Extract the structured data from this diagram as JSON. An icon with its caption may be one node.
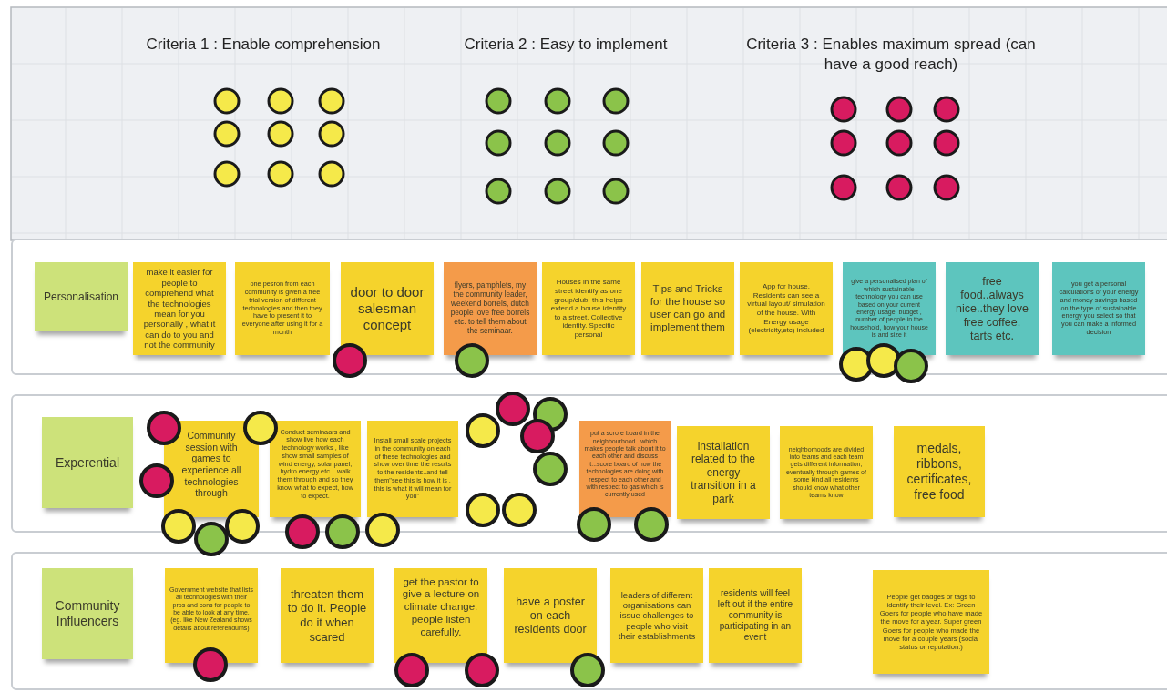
{
  "diagram": {
    "nodes": [
      {
        "text": [],
        "shape": "box"
      },
      {
        "text": [
          "Personalisation"
        ],
        "in": 0
      },
      {
        "text": [
          "make it easier for people to comprehend what the technologies mean for you personally , what it can do to you and not the community"
        ],
        "in": 0
      },
      {
        "text": [
          "one pesron from each community is given a free trial version of different technologies and then they have to present it to everyone after using it for a month"
        ],
        "in": 0
      },
      {
        "text": [
          "door to door salesman concept"
        ],
        "in": 0
      },
      {
        "text": [
          "flyers, pamphlets, my the community leader, weekend borrels, dutch people love free borrels etc. to tell them about the seminaar."
        ],
        "in": 0
      },
      {
        "text": [
          "Houses in the same street identify as one group/club, this helps extend a house identity to a street. Collective identity. Specific personal"
        ],
        "in": 0
      },
      {
        "text": [
          "Tips and Tricks for the house so user can go and implement them"
        ],
        "in": 0
      },
      {
        "text": [
          "App for house. Residents can see a virtual layout/ simulation of the house. With Energy usage (electricity,etc) included"
        ],
        "in": 0
      },
      {
        "text": [
          "give a personalised plan of which sustainable technology you can use based on your current energy usage, budget , number of people in the household, how your house is and size it"
        ],
        "in": 0
      },
      {
        "text": [
          "free food..always nice..they love free coffee, tarts etc."
        ],
        "in": 0
      },
      {
        "text": [
          "you get a personal calculations of your energy and money savings based on the type of sustainable energy you select so that you can make a informed decision"
        ],
        "in": 0
      },
      {
        "text": [],
        "shape": "box"
      },
      {
        "text": [
          "Experential"
        ],
        "in": 12
      },
      {
        "text": [
          "Community session with games to experience all technologies through"
        ],
        "in": 12
      },
      {
        "text": [
          "Conduct seminaars and show live how each technology works , like show small samples of wind energy, solar panel, hydro energy etc... walk them through and so they know what to expect, how to expect."
        ],
        "in": 12
      },
      {
        "text": [
          "Install small scale projects in the community on each of these technologies and show over time the results to the residents..and tell them\"see this is how it is , this is what it will mean for you\""
        ],
        "in": 12
      },
      {
        "text": [
          "put a scrore board in the neighbourhood...which makes people talk about it to each other and discuss it...score board of how the technologies are doing with respect to each other and with respect to gas which is currently used"
        ],
        "in": 12
      },
      {
        "text": [
          "installation related to the energy transition in a park"
        ],
        "in": 12
      },
      {
        "text": [
          "neighborhoods are divided into teams and each team gets different information, eventually through games of some kind all residents should know what other teams know"
        ],
        "in": 12
      },
      {
        "text": [
          "medals, ribbons, certificates, free food"
        ],
        "in": 12
      },
      {
        "text": [],
        "shape": "box"
      },
      {
        "text": [
          "Community Influencers"
        ],
        "in": 21
      },
      {
        "text": [
          "Government website that lists all technologies with their pros and cons for people to be able to look at any time. (eg. like New Zealand shows details about referendums)"
        ],
        "in": 21
      },
      {
        "text": [
          "threaten them to do it. People do it when scared"
        ],
        "in": 21
      },
      {
        "text": [
          "get the pastor to give a lecture on climate change. people listen carefully."
        ],
        "in": 21
      },
      {
        "text": [
          "have a poster on each residents door"
        ],
        "in": 21
      },
      {
        "text": [
          "leaders of different organisations can issue challenges to people who visit their establishments"
        ],
        "in": 21
      },
      {
        "text": [
          "residents will feel left out if the entire community is participating in an event"
        ],
        "in": 21
      },
      {
        "text": [
          "People get badges or tags to identify their level. Ex: Green Goers for people who have made the move for a year. Super green Goers for people who made the move for a couple years (social status or reputation.)"
        ],
        "in": 21
      }
    ],
    "legend": [
      {
        "text": "Criteria 1 : Enable comprehension",
        "color": "#f5e94a"
      },
      {
        "text": "Criteria 2 : Easy to implement",
        "color": "#8bc34a"
      },
      {
        "text": "Criteria 3 : Enables maximum spread (can have a good reach)",
        "color": "#d81b60"
      }
    ]
  }
}
